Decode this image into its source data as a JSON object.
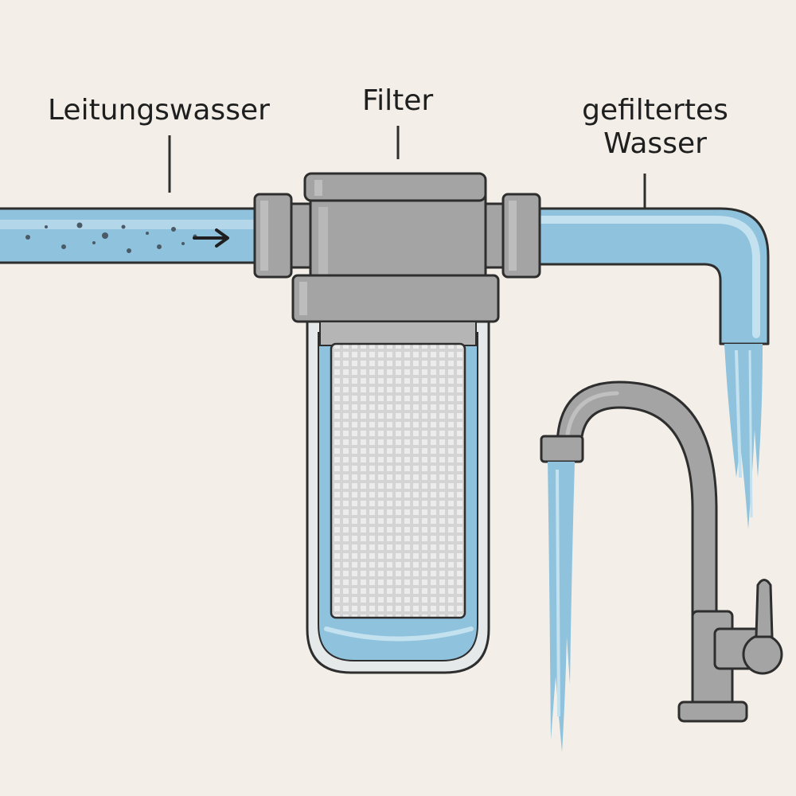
{
  "labels": {
    "inlet": "Leitungswasser",
    "filter": "Filter",
    "outlet_line1": "gefiltertes",
    "outlet_line2": "Wasser"
  },
  "colors": {
    "background": "#f3efe8",
    "water": "#8fc2dc",
    "water_light": "#c3e1ef",
    "metal": "#a4a4a4",
    "metal_dark": "#8a8a8a",
    "outline": "#2e2e2e",
    "mesh": "#d2d2d2"
  }
}
